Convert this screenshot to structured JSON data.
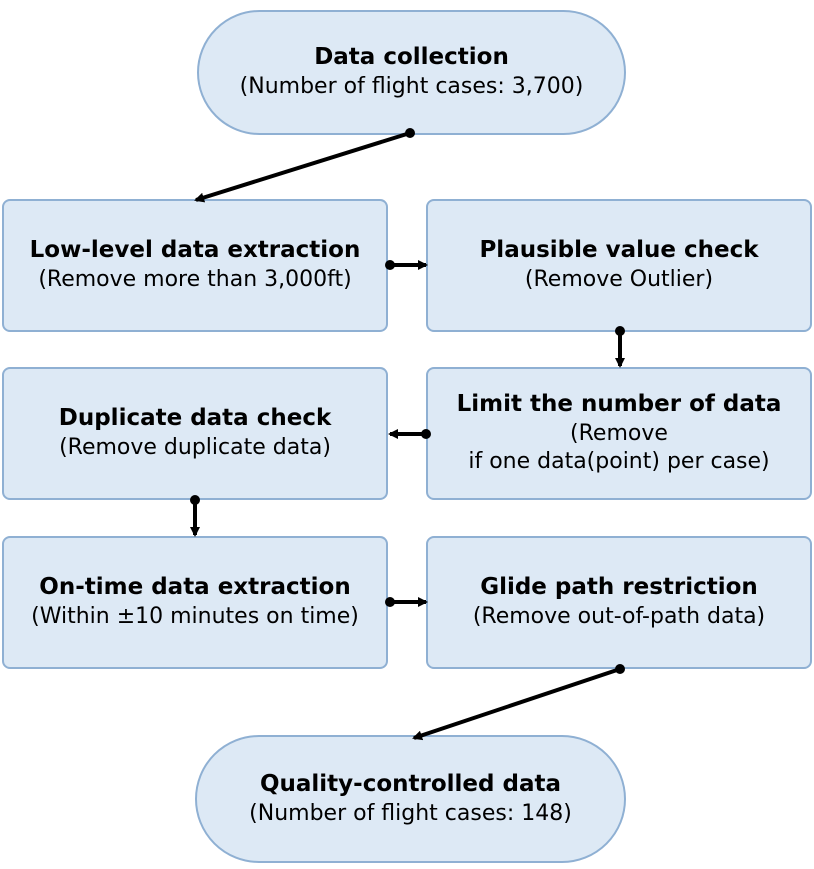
{
  "nodes": {
    "data_collection": {
      "title": "Data collection",
      "sub": "(Number of flight cases: 3,700)"
    },
    "low_level": {
      "title": "Low-level data extraction",
      "sub": "(Remove more than 3,000ft)"
    },
    "plausible": {
      "title": "Plausible value check",
      "sub": "(Remove Outlier)"
    },
    "limit_number": {
      "title": "Limit the number of data",
      "sub": "(Remove\nif one data(point) per case)"
    },
    "duplicate": {
      "title": "Duplicate data check",
      "sub": "(Remove duplicate data)"
    },
    "on_time": {
      "title": "On-time data extraction",
      "sub": "(Within ±10 minutes on time)"
    },
    "glide_path": {
      "title": "Glide path restriction",
      "sub": "(Remove out-of-path data)"
    },
    "quality": {
      "title": "Quality-controlled data",
      "sub": "(Number of flight cases: 148)"
    }
  },
  "colors": {
    "node_fill": "#dde9f5",
    "node_border": "#8fb0d3",
    "arrow": "#000000"
  }
}
